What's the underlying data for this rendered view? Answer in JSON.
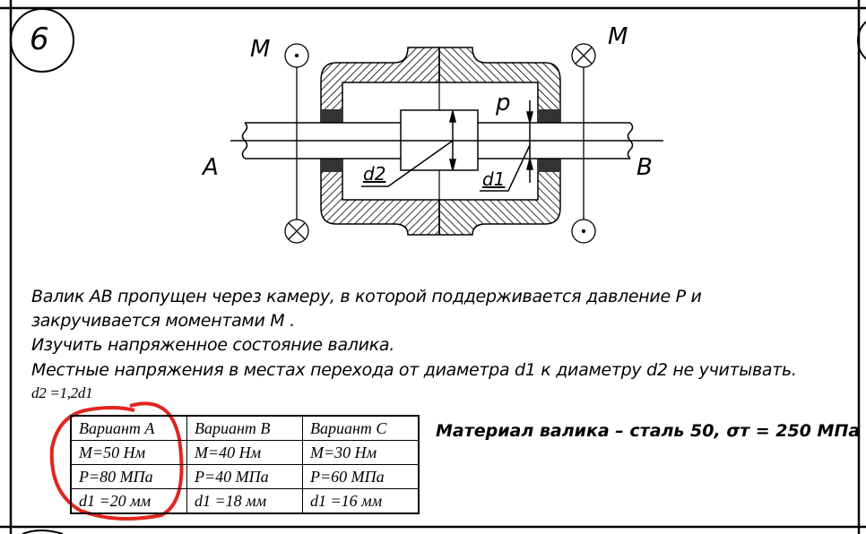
{
  "problem_number": "6",
  "diagram": {
    "labels": {
      "moment_left": "M",
      "moment_right": "M",
      "end_a": "A",
      "end_b": "B",
      "pressure": "p",
      "diameter_2": "d2",
      "diameter_1": "d1"
    }
  },
  "text": {
    "line1": "Валик AB  пропущен через камеру, в которой поддерживается давление P  и",
    "line2": "закручивается моментами M .",
    "line3": "Изучить напряженное состояние валика.",
    "line4": "Местные напряжения в местах перехода от диаметра d1  к диаметру d2  не учитывать.",
    "line5": "d2 =1,2d1"
  },
  "table": {
    "headers": [
      "Вариант A",
      "Вариант B",
      "Вариант C"
    ],
    "rows": [
      [
        "M=50  Нм",
        "M=40  Нм",
        "M=30  Нм"
      ],
      [
        "P=80  МПа",
        "P=40  МПа",
        "P=60  МПа"
      ],
      [
        "d1 =20  мм",
        "d1 =18  мм",
        "d1 =16  мм"
      ]
    ]
  },
  "material": "Материал валика – сталь 50, σт = 250 МПа",
  "colors": {
    "annotation": "#e0261f",
    "ink": "#000000"
  }
}
